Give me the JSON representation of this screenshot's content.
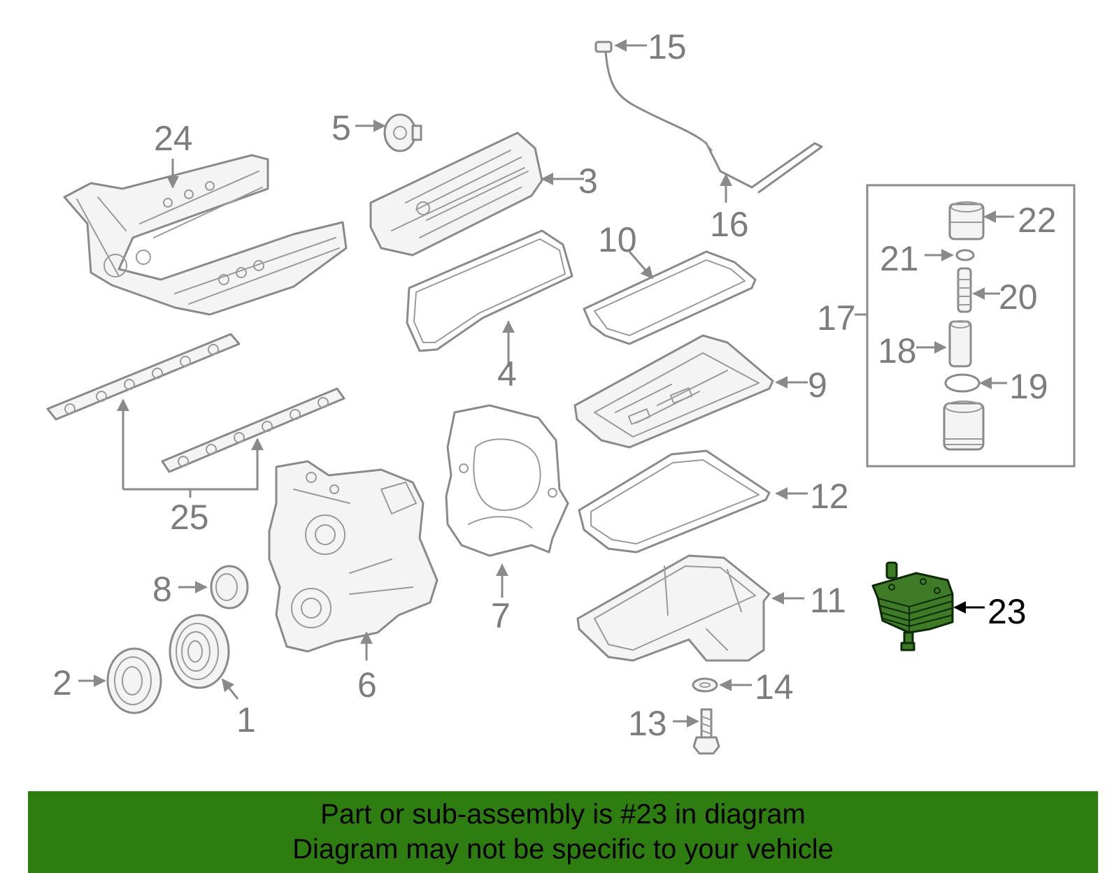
{
  "callouts": {
    "c1": "1",
    "c2": "2",
    "c3": "3",
    "c4": "4",
    "c5": "5",
    "c6": "6",
    "c7": "7",
    "c8": "8",
    "c9": "9",
    "c10": "10",
    "c11": "11",
    "c12": "12",
    "c13": "13",
    "c14": "14",
    "c15": "15",
    "c16": "16",
    "c17": "17",
    "c18": "18",
    "c19": "19",
    "c20": "20",
    "c21": "21",
    "c22": "22",
    "c23": "23",
    "c24": "24",
    "c25": "25"
  },
  "highlight": {
    "callout": "23",
    "color": "#3f7a26"
  },
  "banner": {
    "line1": "Part or sub-assembly is #23 in diagram",
    "line2": "Diagram may not be specific to your vehicle",
    "background": "#2e7d10"
  }
}
